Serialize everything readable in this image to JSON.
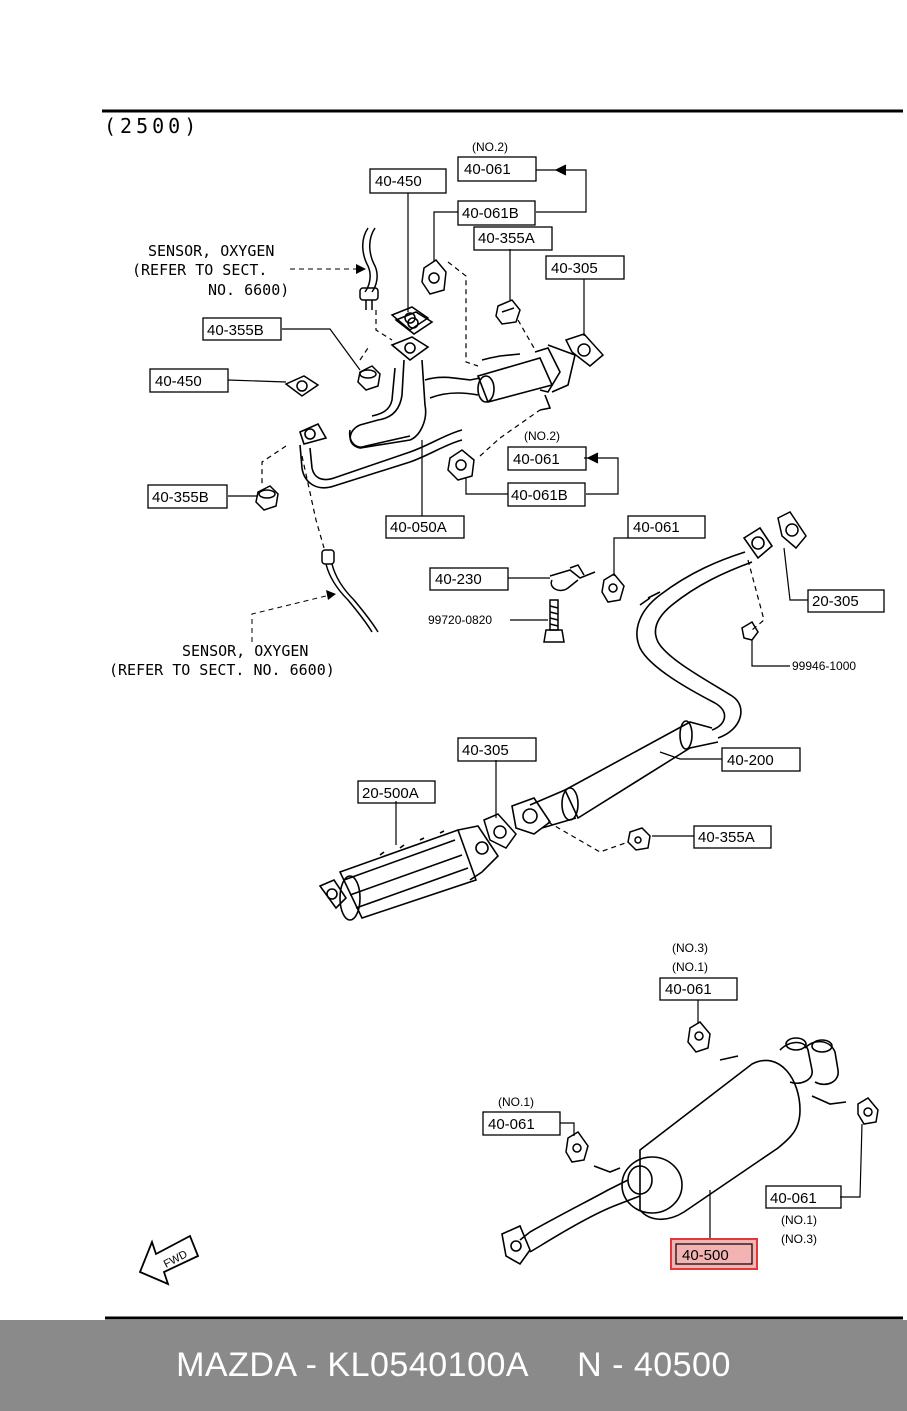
{
  "diagram": {
    "section_code": "(2500)",
    "sensor_note_1": [
      "SENSOR, OXYGEN",
      "(REFER TO SECT.",
      "NO. 6600)"
    ],
    "sensor_note_2": [
      "SENSOR, OXYGEN",
      "(REFER TO SECT. NO. 6600)"
    ],
    "labels": {
      "no2_a": "(NO.2)",
      "p40_061_a": "40-061",
      "p40_450_a": "40-450",
      "p40_061B_a": "40-061B",
      "p40_355A_a": "40-355A",
      "p40_305_a": "40-305",
      "p40_355B_a": "40-355B",
      "p40_450_b": "40-450",
      "no2_b": "(NO.2)",
      "p40_061_b": "40-061",
      "p40_061B_b": "40-061B",
      "p40_355B_b": "40-355B",
      "p40_050A": "40-050A",
      "p40_061_c": "40-061",
      "p20_305": "20-305",
      "p40_230": "40-230",
      "p99720": "99720-0820",
      "p99946": "99946-1000",
      "p40_305_b": "40-305",
      "p40_200": "40-200",
      "p20_500A": "20-500A",
      "p40_355A_b": "40-355A",
      "no3_c": "(NO.3)",
      "no1_c": "(NO.1)",
      "p40_061_d": "40-061",
      "no1_d": "(NO.1)",
      "p40_061_e": "40-061",
      "p40_061_f": "40-061",
      "no1_f": "(NO.1)",
      "no3_f": "(NO.3)",
      "p40_500": "40-500",
      "fwd": "FWD"
    },
    "highlight_color": "#e0383b"
  },
  "footer": {
    "brand_part": "MAZDA - KL0540100A",
    "ref": "N - 40500"
  }
}
